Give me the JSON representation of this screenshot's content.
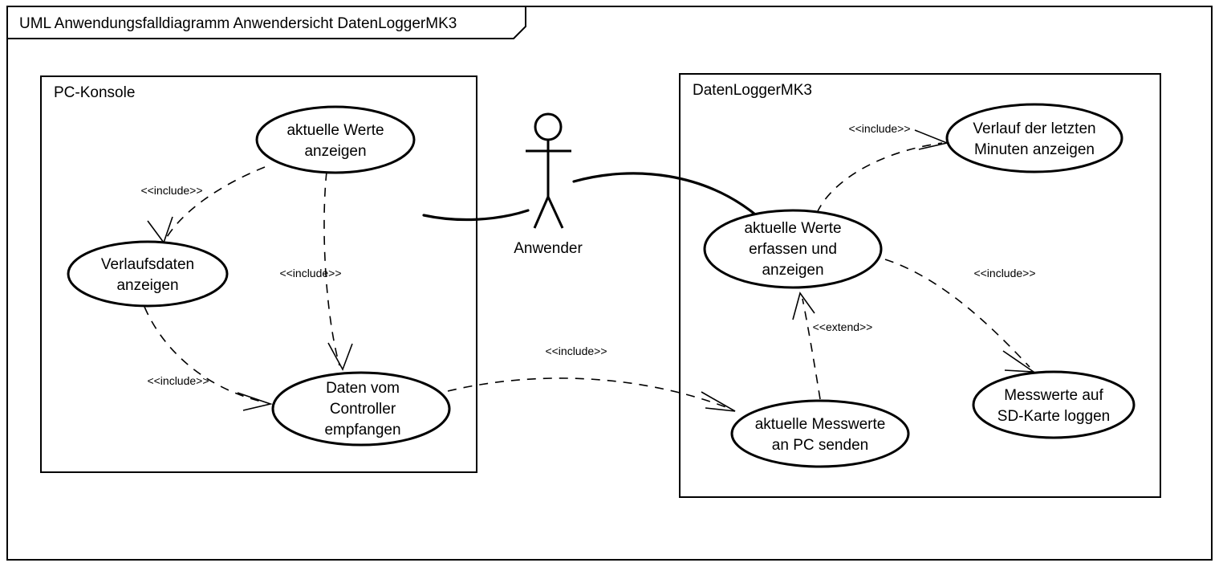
{
  "diagram": {
    "kind": "uml-use-case-diagram",
    "frame_title": "UML Anwendungsfalldiagramm Anwendersicht DatenLoggerMK3",
    "background_color": "#ffffff",
    "line_color": "#000000"
  },
  "boundaries": [
    {
      "name": "pc-konsole",
      "label": "PC-Konsole"
    },
    {
      "name": "datenlogger",
      "label": "DatenLoggerMK3"
    }
  ],
  "actors": [
    {
      "name": "anwender",
      "label": "Anwender"
    }
  ],
  "use_cases": [
    {
      "id": "uc-aktuelle-werte-anzeigen",
      "lines": [
        "aktuelle Werte",
        "anzeigen"
      ],
      "boundary": "pc-konsole"
    },
    {
      "id": "uc-verlaufsdaten-anzeigen",
      "lines": [
        "Verlaufsdaten",
        "anzeigen"
      ],
      "boundary": "pc-konsole"
    },
    {
      "id": "uc-daten-vom-controller-empfangen",
      "lines": [
        "Daten vom",
        "Controller",
        "empfangen"
      ],
      "boundary": "pc-konsole"
    },
    {
      "id": "uc-aktuelle-werte-erfassen-und-anzeigen",
      "lines": [
        "aktuelle Werte",
        "erfassen und",
        "anzeigen"
      ],
      "boundary": "datenlogger"
    },
    {
      "id": "uc-verlauf-der-letzten-minuten-anzeigen",
      "lines": [
        "Verlauf der letzten",
        "Minuten anzeigen"
      ],
      "boundary": "datenlogger"
    },
    {
      "id": "uc-aktuelle-messwerte-an-pc-senden",
      "lines": [
        "aktuelle Messwerte",
        "an PC senden"
      ],
      "boundary": "datenlogger"
    },
    {
      "id": "uc-messwerte-auf-sd-karte-loggen",
      "lines": [
        "Messwerte auf",
        "SD-Karte loggen"
      ],
      "boundary": "datenlogger"
    }
  ],
  "relationships": [
    {
      "id": "rel-awa-to-verlaufsdaten",
      "from": "uc-aktuelle-werte-anzeigen",
      "to": "uc-verlaufsdaten-anzeigen",
      "stereotype": "<<include>>"
    },
    {
      "id": "rel-awa-to-daten-empfangen",
      "from": "uc-aktuelle-werte-anzeigen",
      "to": "uc-daten-vom-controller-empfangen",
      "stereotype": "<<include>>"
    },
    {
      "id": "rel-verlaufsdaten-to-daten-empfangen",
      "from": "uc-verlaufsdaten-anzeigen",
      "to": "uc-daten-vom-controller-empfangen",
      "stereotype": "<<include>>"
    },
    {
      "id": "rel-daten-empfangen-to-messwerte-senden",
      "from": "uc-daten-vom-controller-empfangen",
      "to": "uc-aktuelle-messwerte-an-pc-senden",
      "stereotype": "<<include>>"
    },
    {
      "id": "rel-erfassen-to-verlauf-minuten",
      "from": "uc-aktuelle-werte-erfassen-und-anzeigen",
      "to": "uc-verlauf-der-letzten-minuten-anzeigen",
      "stereotype": "<<include>>"
    },
    {
      "id": "rel-erfassen-to-sd-karte",
      "from": "uc-aktuelle-werte-erfassen-und-anzeigen",
      "to": "uc-messwerte-auf-sd-karte-loggen",
      "stereotype": "<<include>>"
    },
    {
      "id": "rel-messwerte-senden-extends-erfassen",
      "from": "uc-aktuelle-messwerte-an-pc-senden",
      "to": "uc-aktuelle-werte-erfassen-und-anzeigen",
      "stereotype": "<<extend>>"
    }
  ],
  "associations": [
    {
      "id": "assoc-anwender-aktuelle-werte-anzeigen",
      "actor": "anwender",
      "use_case": "uc-aktuelle-werte-anzeigen"
    },
    {
      "id": "assoc-anwender-erfassen-und-anzeigen",
      "actor": "anwender",
      "use_case": "uc-aktuelle-werte-erfassen-und-anzeigen"
    }
  ],
  "stereotype_labels": {
    "include": "<<include>>",
    "extend": "<<extend>>"
  }
}
